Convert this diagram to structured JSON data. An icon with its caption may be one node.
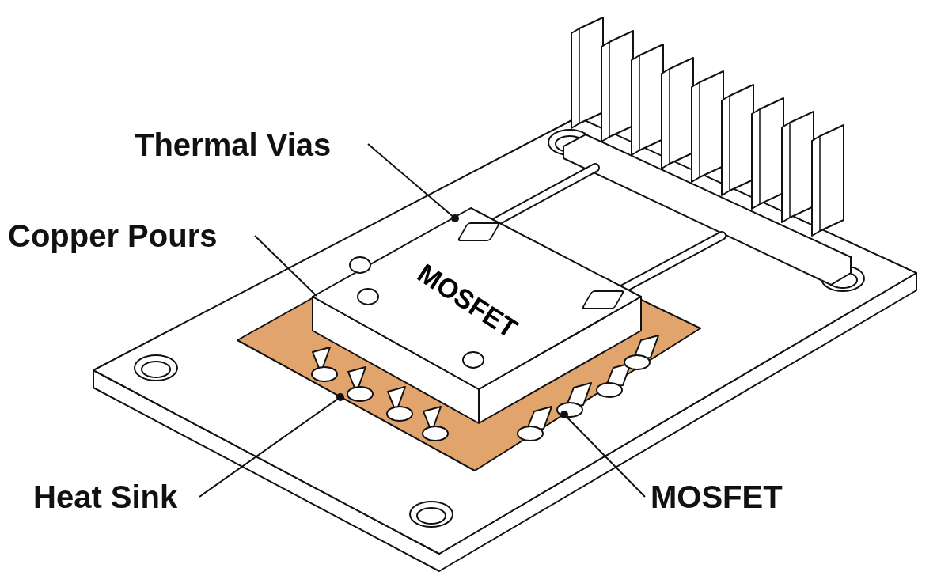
{
  "diagram": {
    "nodes": [
      {
        "text": [
          "Thermal Vias"
        ]
      },
      {
        "text": [
          "Copper Pours"
        ]
      },
      {
        "text": [
          "Heat Sink"
        ]
      },
      {
        "text": [
          "MOSFET"
        ]
      },
      {
        "text": [
          "MOSFET"
        ],
        "in": 5
      },
      {
        "text": [],
        "shape": "picture"
      }
    ],
    "edges": [
      {
        "from": 0,
        "to": 5,
        "arrow": "other"
      },
      {
        "from": 1,
        "to": 5,
        "arrow": "none"
      },
      {
        "from": 2,
        "to": 5,
        "arrow": "other"
      },
      {
        "from": 3,
        "to": 5,
        "arrow": "other"
      }
    ]
  }
}
